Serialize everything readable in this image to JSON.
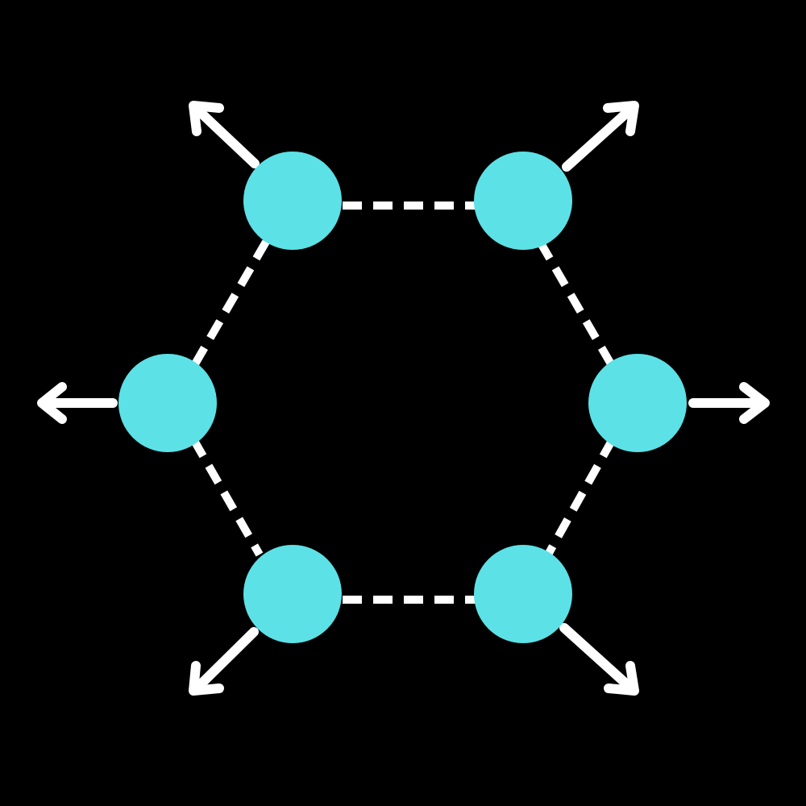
{
  "diagram": {
    "colors": {
      "background": "#000000",
      "node": "#5ce1e6",
      "line": "#ffffff"
    },
    "node_count": 6,
    "bond_style": "dashed",
    "arrow_icons": [
      "arrow-up-left",
      "arrow-up-right",
      "arrow-left",
      "arrow-right",
      "arrow-down-left",
      "arrow-down-right"
    ]
  }
}
